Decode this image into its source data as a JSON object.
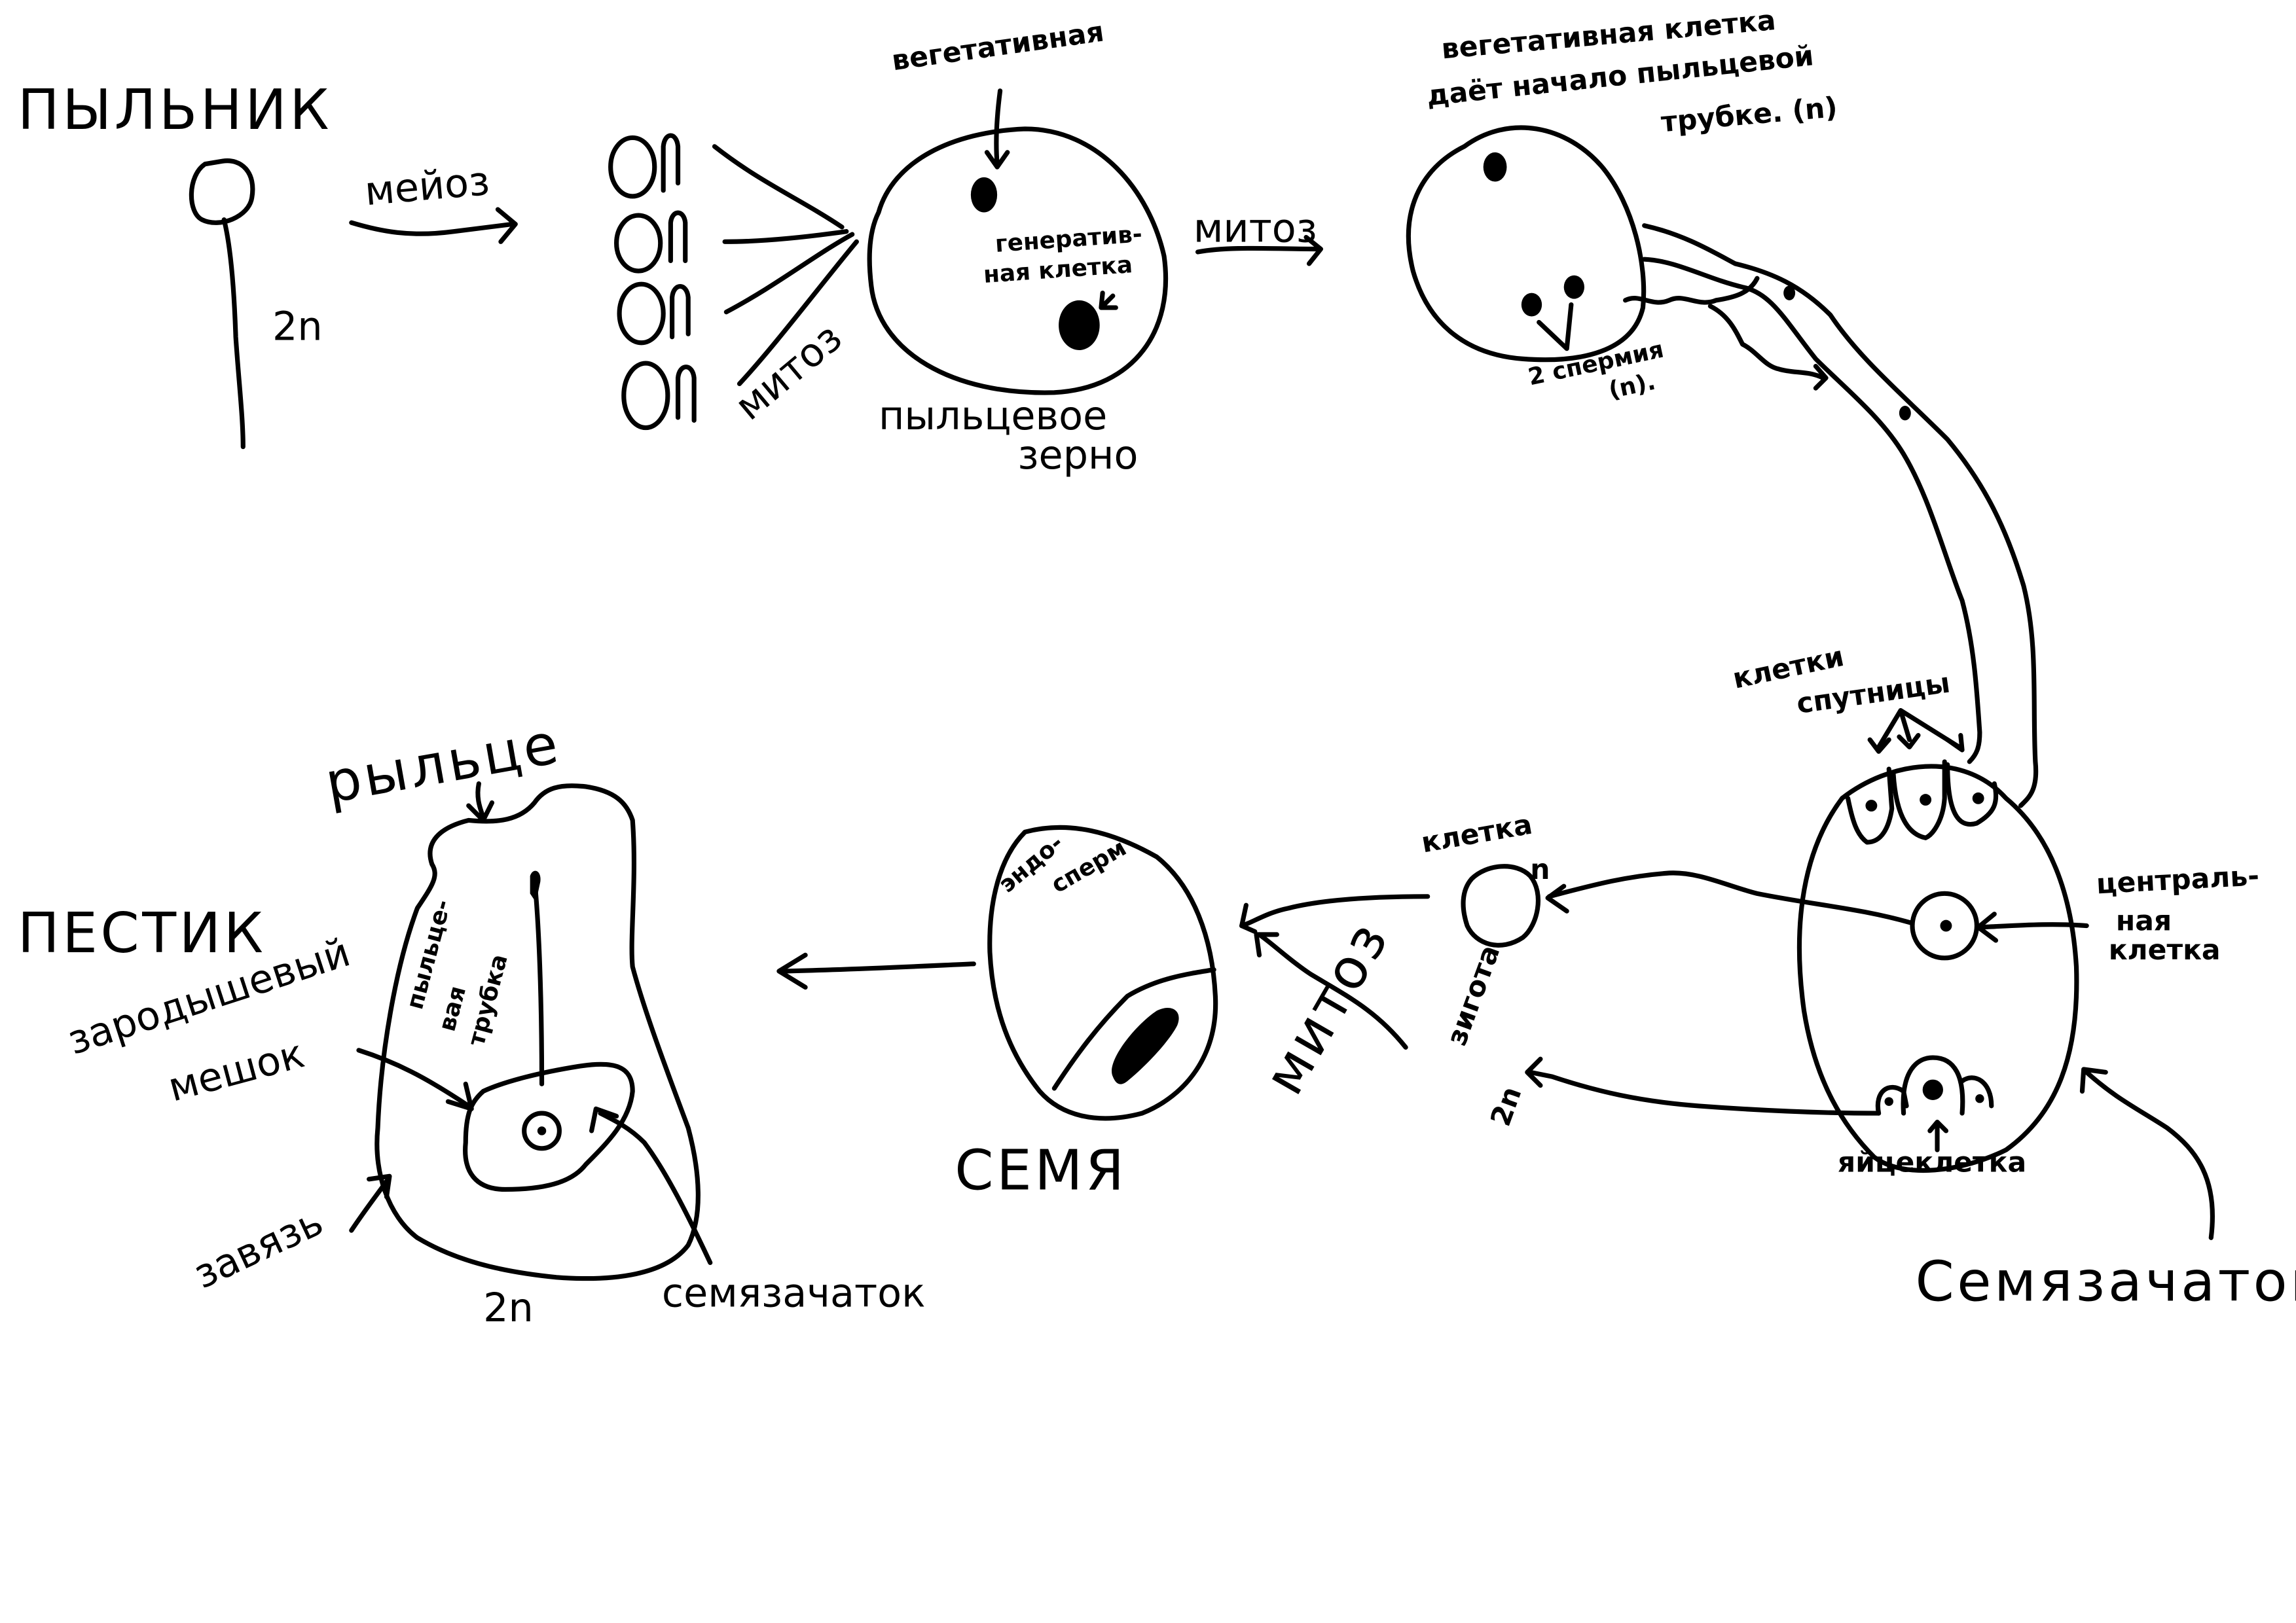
{
  "colors": {
    "ink": "#000000",
    "paper": "#ffffff"
  },
  "male_branch": {
    "anther_label": "ПЫЛЬНИК",
    "anther_ploidy": "2n",
    "meiosis_label": "мейоз",
    "microspore_labels": [
      "On",
      "On",
      "On",
      "On"
    ],
    "mitosis_label_1": "митоз",
    "vegetative_label": "вегетативная",
    "generative_label_line1": "генератив-",
    "generative_label_line2": "ная клетка",
    "pollen_grain_label_line1": "пыльцевое",
    "pollen_grain_label_line2": "зерно",
    "mitosis_label_2": "митоз",
    "veg_cell_note_line1": "вегетативная клетка",
    "veg_cell_note_line2": "даёт начало пыльцевой",
    "veg_cell_note_line3": "трубке. (n)",
    "sperm_label_line1": "2 спермия",
    "sperm_label_line2": "(n)."
  },
  "ovule_branch": {
    "synergids_label_line1": "клетки",
    "synergids_label_line2": "спутницы",
    "central_cell_label_line1": "централь-",
    "central_cell_label_line2": "ная",
    "central_cell_label_line3": "клетка",
    "egg_cell_label": "яйцеклетка",
    "ovule_label": "Семязачаток"
  },
  "fertilization": {
    "cell_n_label_line1": "клетка",
    "cell_n_label_line2": "n",
    "zygote_label_line1": "зигота",
    "zygote_label_line2": "2n",
    "mitosis_label_3": "митоз"
  },
  "seed": {
    "endosperm_label_line1": "эндо-",
    "endosperm_label_line2": "сперм",
    "seed_label": "СЕМЯ"
  },
  "pistil": {
    "pistil_label": "ПЕСТИК",
    "stigma_label": "рыльце",
    "pollen_tube_label_line1": "пыльце-",
    "pollen_tube_label_line2": "вая",
    "pollen_tube_label_line3": "трубка",
    "embryo_sac_label_line1": "зародышевый",
    "embryo_sac_label_line2": "мешок",
    "ovary_label": "завязь",
    "ploidy_label": "2n",
    "ovule_label": "семязачаток"
  }
}
